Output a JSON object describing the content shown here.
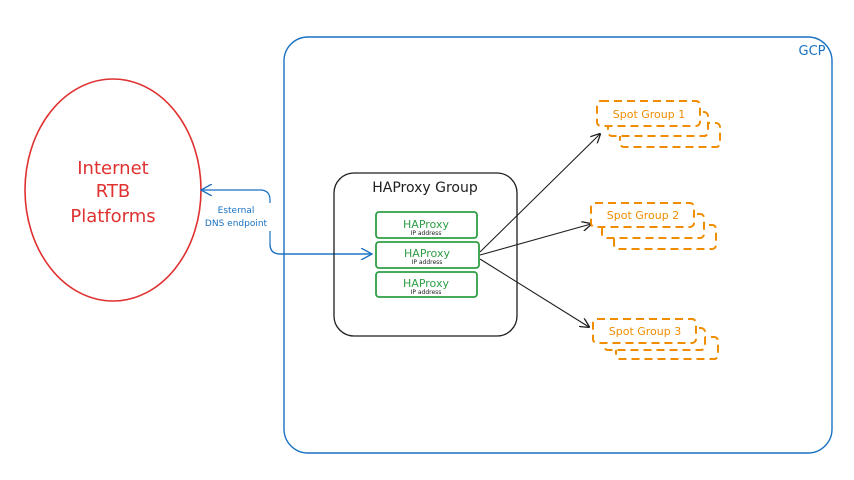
{
  "internet": {
    "line1": "Internet",
    "line2": "RTB",
    "line3": "Platforms",
    "color": "#e03131"
  },
  "gcp": {
    "label": "GCP",
    "color": "#1971c2"
  },
  "dns_link": {
    "line1": "Esternal",
    "line2": "DNS endpoint",
    "color": "#1971c2"
  },
  "haproxy_group": {
    "title": "HAProxy Group",
    "nodes": [
      {
        "name": "HAProxy",
        "sub": "IP address"
      },
      {
        "name": "HAProxy",
        "sub": "IP address"
      },
      {
        "name": "HAProxy",
        "sub": "IP address"
      }
    ],
    "node_color": "#2f9e44"
  },
  "spot_groups": {
    "color": "#f08c00",
    "items": [
      {
        "label": "Spot Group 1"
      },
      {
        "label": "Spot Group 2"
      },
      {
        "label": "Spot Group 3"
      }
    ]
  }
}
